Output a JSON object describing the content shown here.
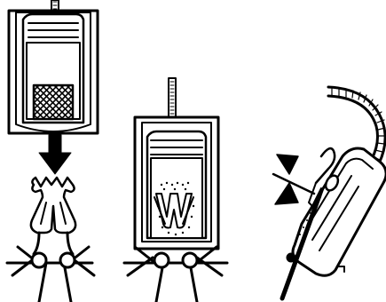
{
  "diagram": {
    "panels": [
      {
        "name": "connector-insertion-step",
        "icon": "down-arrow-icon"
      },
      {
        "name": "connector-seated-step",
        "icon": "terminal-dots"
      },
      {
        "name": "wire-crimping-step",
        "icon": "pinch-arrows-icon"
      }
    ],
    "colors": {
      "ink": "#000000",
      "paper": "#ffffff"
    }
  }
}
